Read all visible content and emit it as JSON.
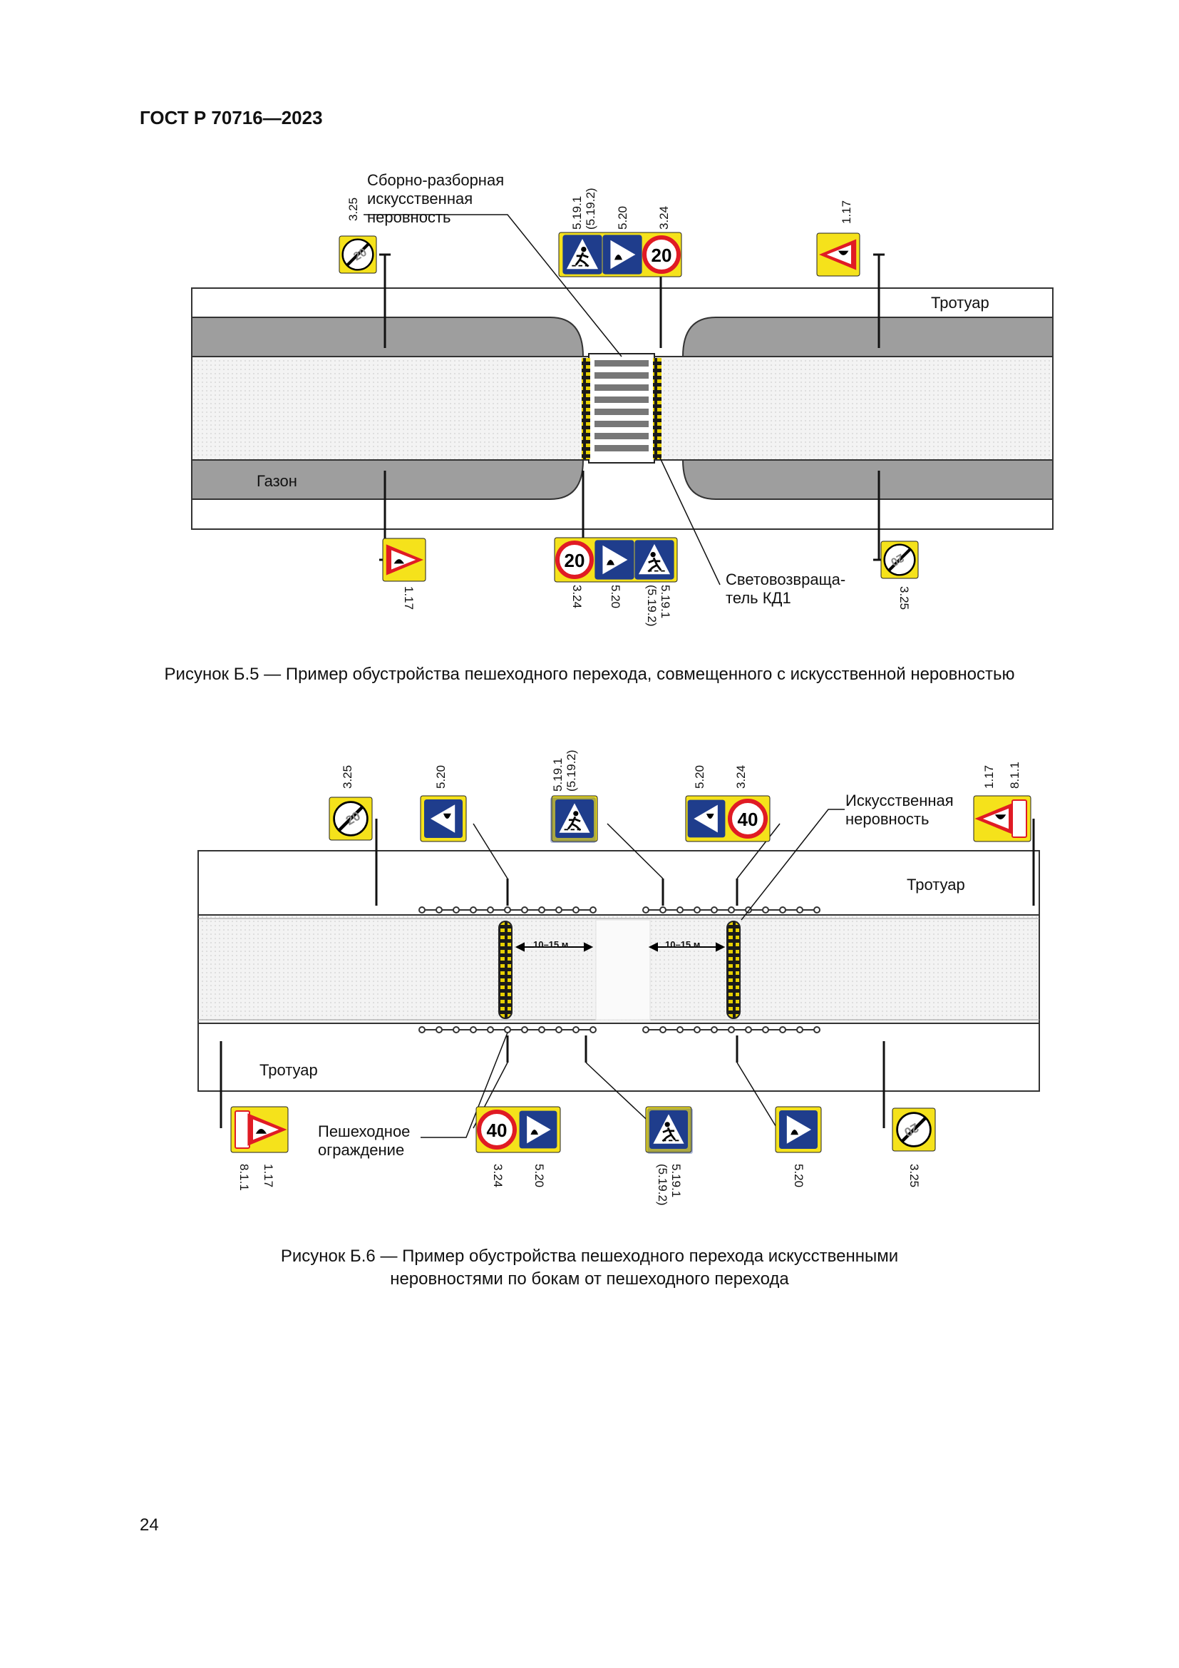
{
  "header": "ГОСТ Р 70716—2023",
  "page_number": "24",
  "colors": {
    "sign_bg": "#f5e21b",
    "sign_blue": "#1f3d8c",
    "sign_red": "#e01b24",
    "road": "#f2f2f2",
    "strip": "#9e9e9e",
    "reflector": "#c8b400"
  },
  "figure5": {
    "caption": "Рисунок Б.5 — Пример обустройства пешеходного перехода, совмещенного с искусственной неровностью",
    "labels": {
      "bump": [
        "Сборно-разборная",
        "искусственная",
        "неровность"
      ],
      "sidewalk": "Тротуар",
      "lawn": "Газон",
      "reflector": [
        "Световозвраща-",
        "тель КД1"
      ]
    },
    "codes_top": {
      "s325": "3.25",
      "s5191": "5.19.1\n(5.19.2)",
      "s520": "5.20",
      "s324": "3.24",
      "s117": "1.17"
    },
    "codes_bottom": {
      "s117": "1.17",
      "s324": "3.24",
      "s520": "5.20",
      "s5191": "5.19.1\n(5.19.2)",
      "s325": "3.25"
    },
    "speed": "20"
  },
  "figure6": {
    "caption_line1": "Рисунок Б.6 — Пример обустройства пешеходного перехода искусственными",
    "caption_line2": "неровностями по бокам от пешеходного перехода",
    "labels": {
      "bump": [
        "Искусственная",
        "неровность"
      ],
      "sidewalk_top": "Тротуар",
      "sidewalk_bottom": "Тротуар",
      "fence": [
        "Пешеходное",
        "ограждение"
      ],
      "distance": "10–15 м"
    },
    "codes_top": {
      "s325": "3.25",
      "s520a": "5.20",
      "s5191": "5.19.1\n(5.19.2)",
      "s520b": "5.20",
      "s324": "3.24",
      "s117": "1.17",
      "s811": "8.1.1"
    },
    "codes_bottom": {
      "s811": "8.1.1",
      "s117": "1.17",
      "s324": "3.24",
      "s520a": "5.20",
      "s5191": "5.19.1\n(5.19.2)",
      "s520b": "5.20",
      "s325": "3.25"
    },
    "speed": "40"
  }
}
